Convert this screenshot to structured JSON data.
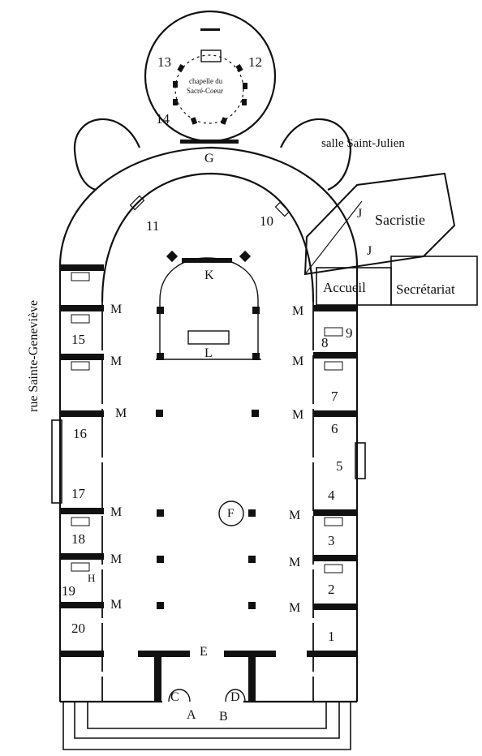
{
  "chapel": {
    "name_line1": "chapelle du",
    "name_line2": "Sacré-Coeur"
  },
  "rooms": {
    "salle_saint_julien": "salle Saint-Julien",
    "sacristie": "Sacristie",
    "accueil": "Accueil",
    "secretariat": "Secrétariat"
  },
  "street": "rue Sainte-Geneviève",
  "letters": {
    "A": "A",
    "B": "B",
    "C": "C",
    "D": "D",
    "E": "E",
    "F": "F",
    "G": "G",
    "H": "H",
    "J": "J",
    "K": "K",
    "L": "L",
    "M": "M"
  },
  "chapel_numbers": [
    "1",
    "2",
    "3",
    "4",
    "5",
    "6",
    "7",
    "8",
    "9",
    "10",
    "11",
    "12",
    "13",
    "14",
    "15",
    "16",
    "17",
    "18",
    "19",
    "20"
  ]
}
